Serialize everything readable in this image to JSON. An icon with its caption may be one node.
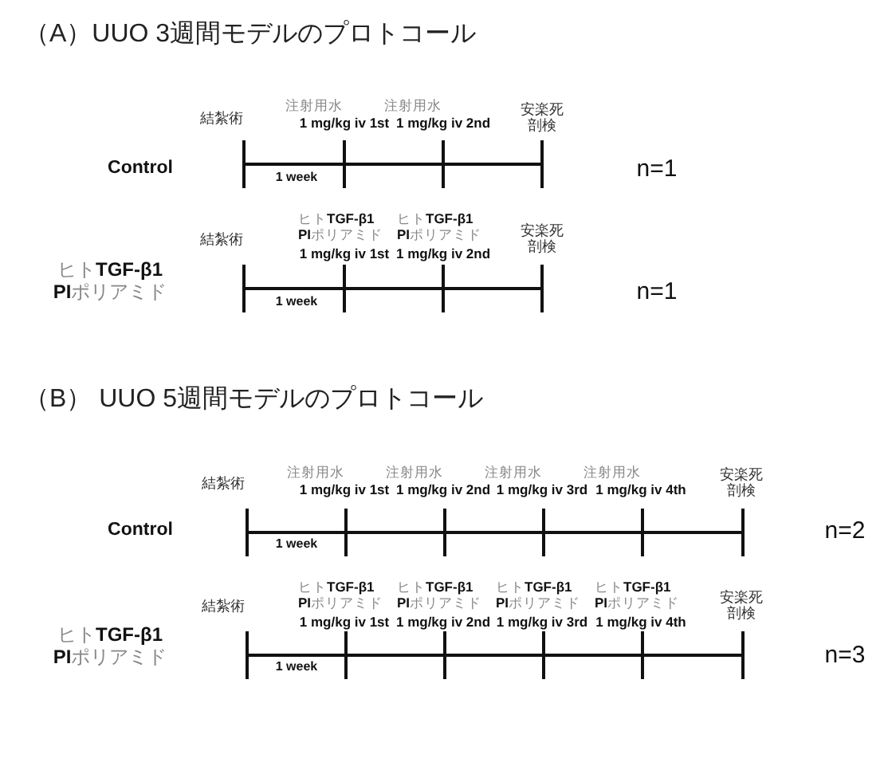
{
  "diagram": {
    "labels": [
      "（A）UUO 3週間モデルのプロトコール",
      "結紮術",
      "注射用水",
      "1 mg/kg iv 1st",
      "注射用水",
      "1 mg/kg iv 2nd",
      "安楽死剖検",
      "Control",
      "1 week",
      "n=1",
      "結紮術",
      "ヒト**TGF-β1** **PI**ポリアミド",
      "1 mg/kg iv 1st",
      "ヒト**TGF-β1** **PI**ポリアミド",
      "1 mg/kg iv 2nd",
      "安楽死剖検",
      "ヒト**TGF-β1** **PI**ポリアミド",
      "1 week",
      "n=1",
      "（B） UUO 5週間モデルのプロトコール",
      "結紮術",
      "注射用水",
      "1 mg/kg iv 1st",
      "注射用水",
      "1 mg/kg iv 2nd",
      "注射用水",
      "1 mg/kg iv 3rd",
      "注射用水",
      "1 mg/kg iv 4th",
      "安楽死剖検",
      "Control",
      "1 week",
      "n=2",
      "結紮術",
      "ヒト**TGF-β1** **PI**ポリアミド",
      "1 mg/kg iv 1st",
      "ヒト**TGF-β1** **PI**ポリアミド",
      "1 mg/kg iv 2nd",
      "ヒト**TGF-β1** **PI**ポリアミド",
      "1 mg/kg iv 3rd",
      "ヒト**TGF-β1** **PI**ポリアミド",
      "1 mg/kg iv 4th",
      "安楽死剖検",
      "ヒト**TGF-β1** **PI**ポリアミド",
      "1 week",
      "n=3"
    ]
  }
}
